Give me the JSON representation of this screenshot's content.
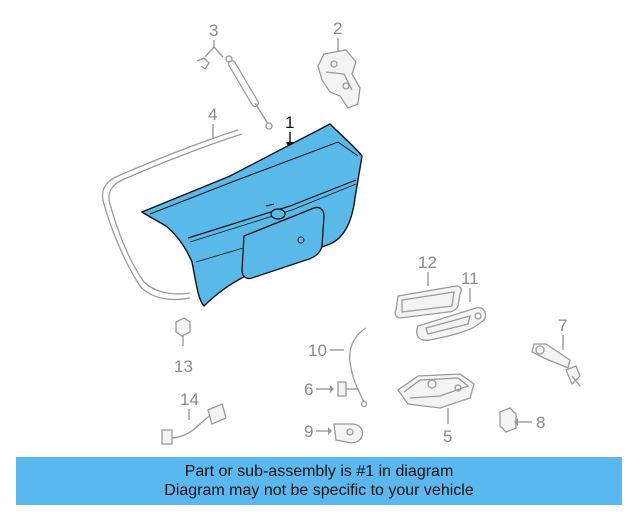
{
  "callouts": {
    "c1": "1",
    "c2": "2",
    "c3": "3",
    "c4": "4",
    "c5": "5",
    "c6": "6",
    "c7": "7",
    "c8": "8",
    "c9": "9",
    "c10": "10",
    "c11": "11",
    "c12": "12",
    "c13": "13",
    "c14": "14"
  },
  "banner": {
    "line1": "Part or sub-assembly is #1 in diagram",
    "line2": "Diagram may not be specific to your vehicle"
  },
  "colors": {
    "highlight_fill": "#59b9e9",
    "banner_bg": "#5ab8ef",
    "part_outline": "#9a9a9a"
  }
}
